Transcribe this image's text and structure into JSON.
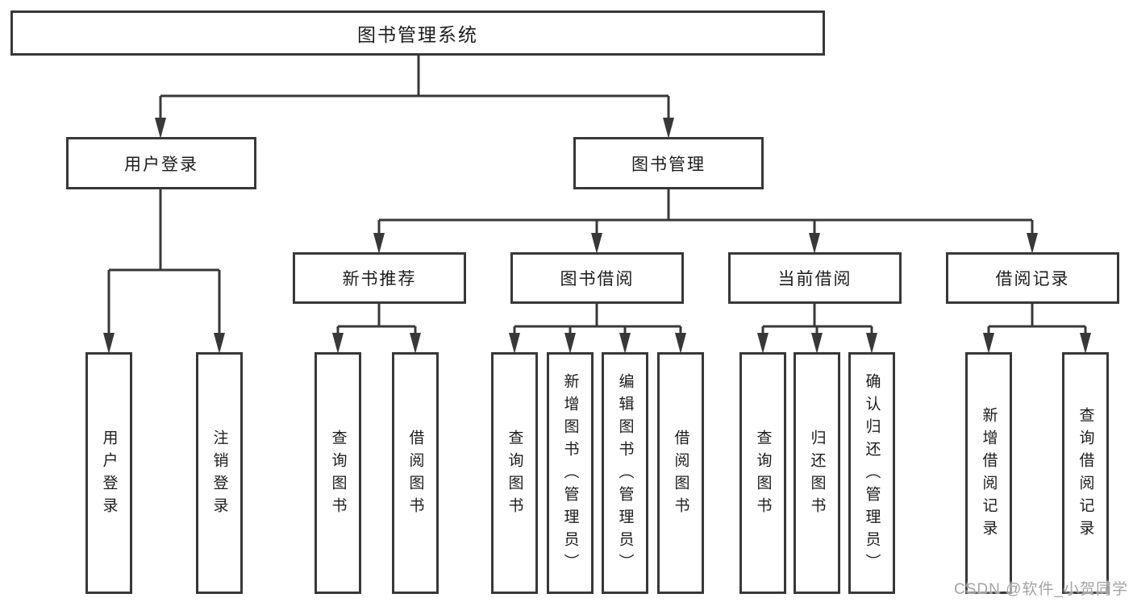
{
  "diagram": {
    "root": {
      "label": "图书管理系统"
    },
    "user": {
      "label": "用户登录",
      "children": [
        {
          "label": "用户登录"
        },
        {
          "label": "注销登录"
        }
      ]
    },
    "mgmt": {
      "label": "图书管理",
      "groups": [
        {
          "label": "新书推荐",
          "children": [
            {
              "label": "查询图书"
            },
            {
              "label": "借阅图书"
            }
          ]
        },
        {
          "label": "图书借阅",
          "children": [
            {
              "label": "查询图书"
            },
            {
              "label": "新增图书（管理员）"
            },
            {
              "label": "编辑图书（管理员）"
            },
            {
              "label": "借阅图书"
            }
          ]
        },
        {
          "label": "当前借阅",
          "children": [
            {
              "label": "查询图书"
            },
            {
              "label": "归还图书"
            },
            {
              "label": "确认归还（管理员）"
            }
          ]
        },
        {
          "label": "借阅记录",
          "children": [
            {
              "label": "新增借阅记录"
            },
            {
              "label": "查询借阅记录"
            }
          ]
        }
      ]
    }
  },
  "watermark": {
    "text": "CSDN @软件_小贺同学"
  },
  "colors": {
    "box_border": "#383838",
    "connector_line": "#383838",
    "node_text": "#1c1c1c",
    "watermark_text": "#a3a3a3",
    "background": "#ffffff"
  }
}
